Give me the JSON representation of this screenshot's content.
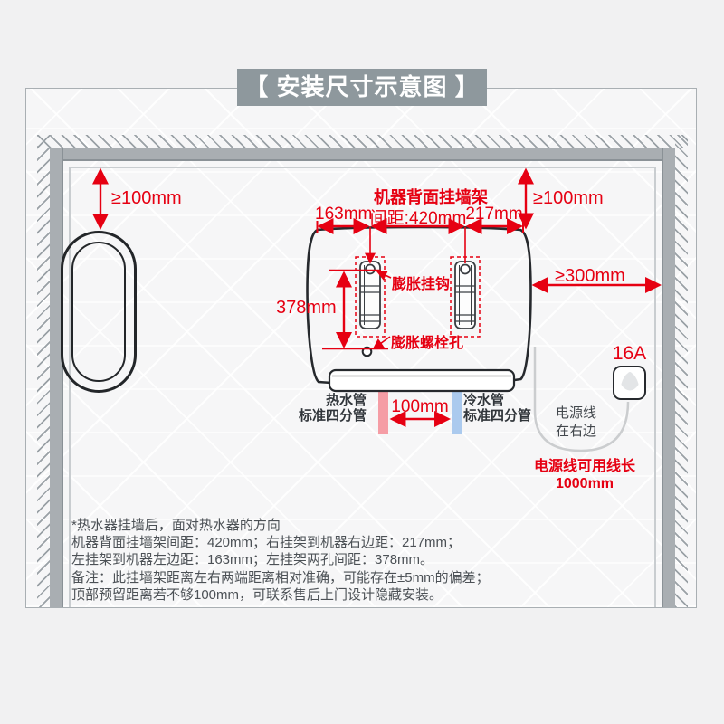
{
  "title": "【 安装尺寸示意图 】",
  "dimensions": {
    "top_left_clearance": "≥100mm",
    "top_right_clearance": "≥100mm",
    "right_clearance": "≥300mm",
    "bracket_title": "机器背面挂墙架",
    "left_offset": "163mm",
    "bracket_spacing": "间距:420mm",
    "right_offset": "217mm",
    "hole_spacing": "378mm",
    "pipe_spacing": "100mm"
  },
  "labels": {
    "hook": "膨胀挂钩",
    "bolt_hole": "膨胀螺栓孔",
    "hot_pipe_line1": "热水管",
    "hot_pipe_line2": "标准四分管",
    "cold_pipe_line1": "冷水管",
    "cold_pipe_line2": "标准四分管",
    "power_side_line1": "电源线",
    "power_side_line2": "在右边",
    "socket_rating": "16A",
    "power_length_line1": "电源线可用线长",
    "power_length_line2": "1000mm"
  },
  "notes": {
    "lines": [
      "*热水器挂墙后，面对热水器的方向",
      "机器背面挂墙架间距：420mm；右挂架到机器右边距：217mm；",
      "左挂架到机器左边距：163mm；左挂架两孔间距：378mm。",
      "备注：此挂墙架距离左右两端距离相对准确，可能存在±5mm的偏差；",
      "顶部预留距离若不够100mm，可联系售后上门设计隐藏安装。"
    ]
  },
  "colors": {
    "accent_red": "#e60012",
    "wall_gray": "#a9aeb2",
    "title_bar_gray": "#8e989d",
    "hot_pipe_pink": "#f59da5",
    "cold_pipe_blue": "#abcaee",
    "outline_dark": "#26292d",
    "page_background": "#f1f1f2"
  }
}
